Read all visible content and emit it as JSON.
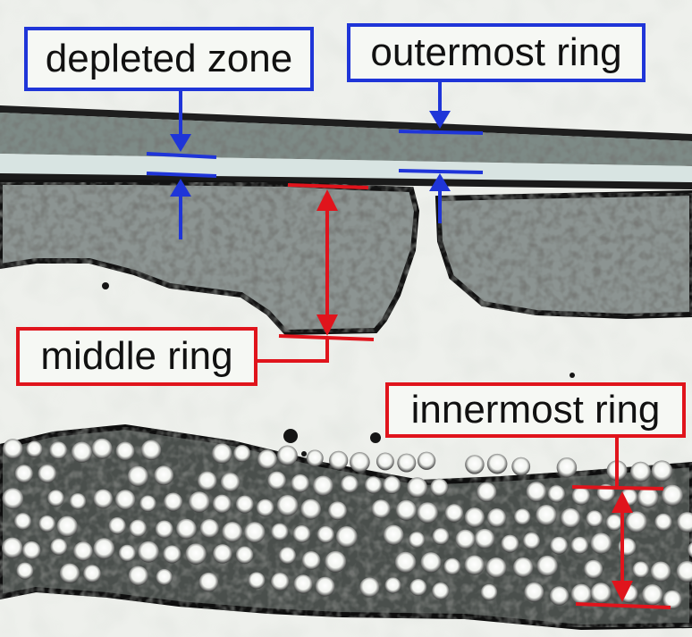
{
  "labels": {
    "depleted_zone": "depleted zone",
    "outermost_ring": "outermost ring",
    "middle_ring": "middle ring",
    "innermost_ring": "innermost ring"
  },
  "colors": {
    "outer_annotation": "#1f35d8",
    "inner_annotation": "#e0141c",
    "background": "#eef0ec"
  }
}
